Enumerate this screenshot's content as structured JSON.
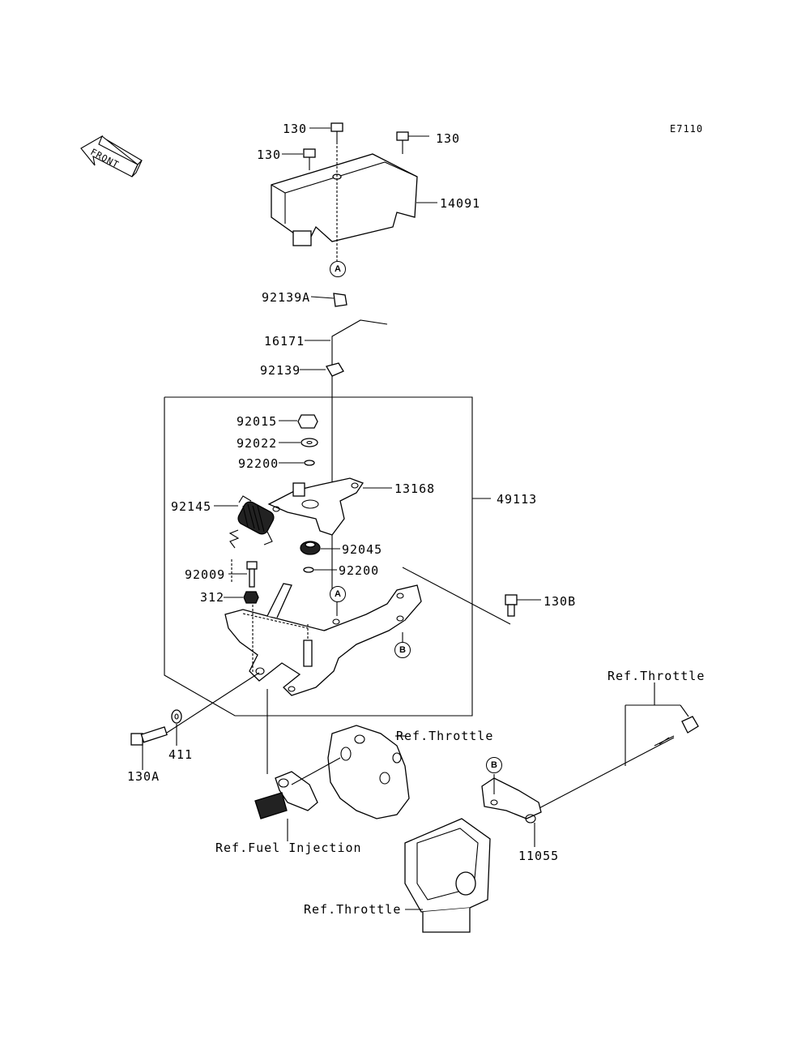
{
  "diagram_code": "E7110",
  "front_arrow": {
    "label": "FRONT"
  },
  "callouts": {
    "a_top": "A",
    "a_mid": "A",
    "b_mid": "B",
    "b_low": "B"
  },
  "labels": {
    "p130_1": "130",
    "p130_2": "130",
    "p130_3": "130",
    "p14091": "14091",
    "p92139A": "92139A",
    "p16171": "16171",
    "p92139": "92139",
    "p92015": "92015",
    "p92022": "92022",
    "p92200_1": "92200",
    "p13168": "13168",
    "p49113": "49113",
    "p92145": "92145",
    "p92045": "92045",
    "p92009": "92009",
    "p92200_2": "92200",
    "p312": "312",
    "p130B": "130B",
    "p130A": "130A",
    "p411": "411",
    "p11055": "11055",
    "ref_throttle_1": "Ref.Throttle",
    "ref_throttle_2": "Ref.Throttle",
    "ref_throttle_3": "Ref.Throttle",
    "ref_fuel_injection": "Ref.Fuel Injection"
  }
}
